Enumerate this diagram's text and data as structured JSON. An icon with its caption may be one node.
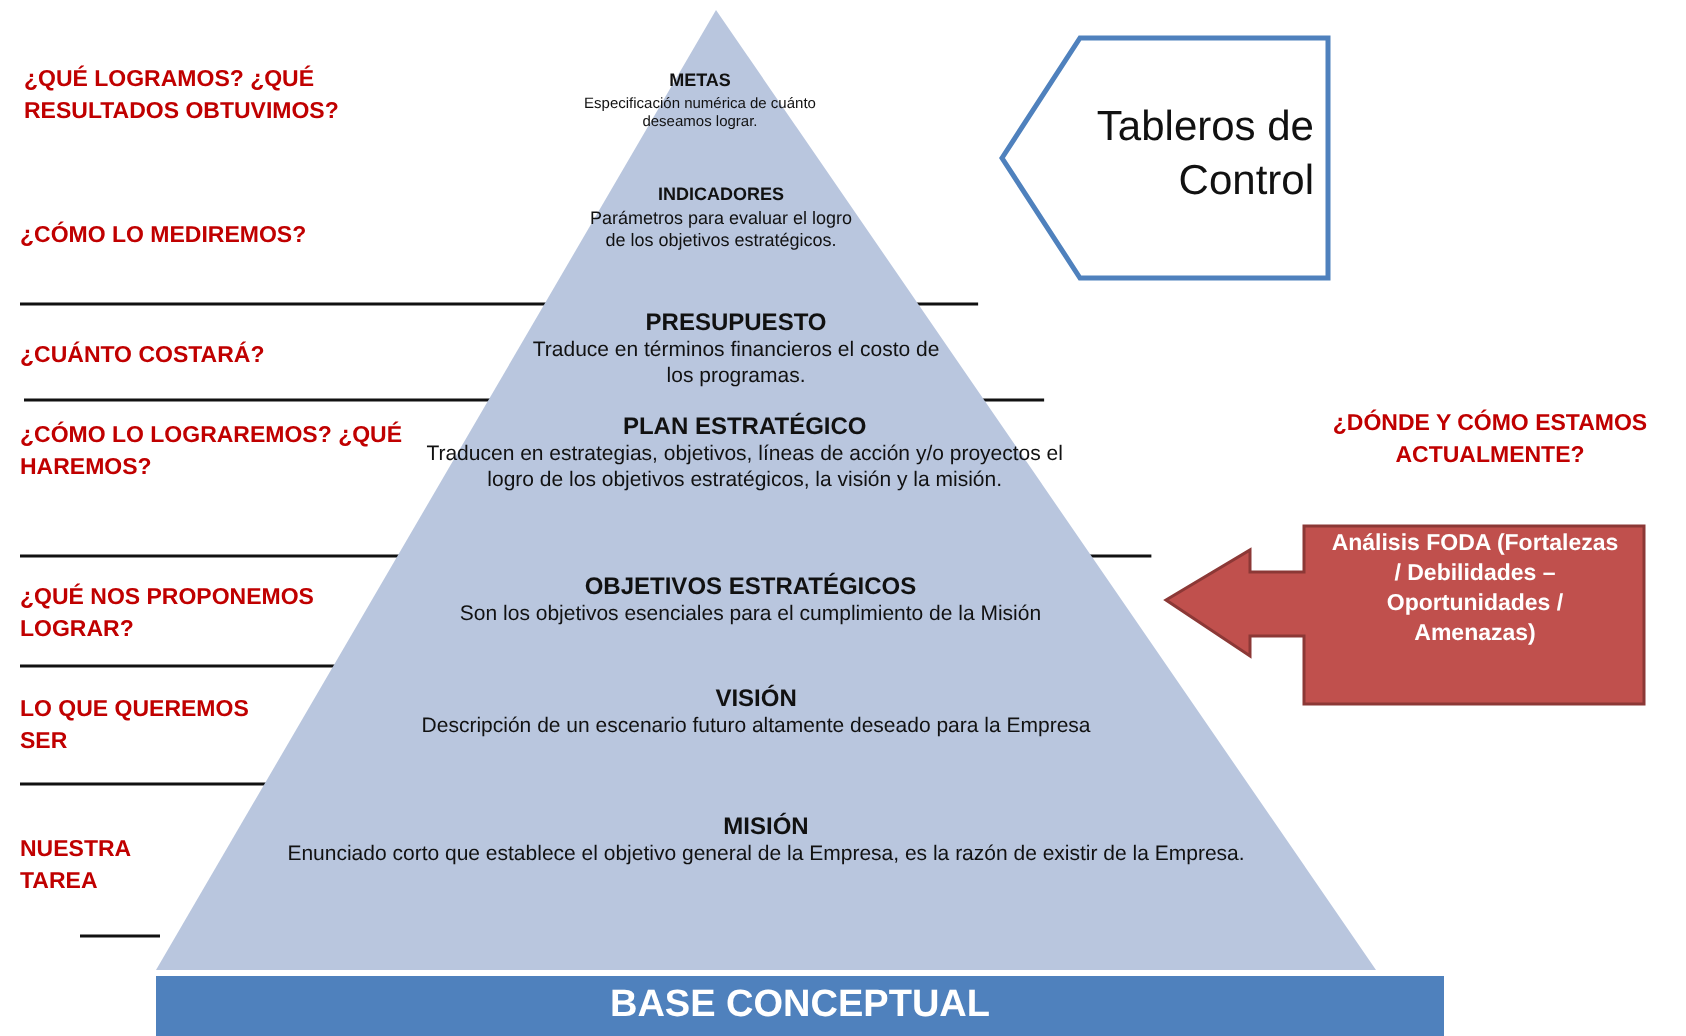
{
  "diagram": {
    "nodes": [
      {
        "text": [
          "METAS",
          "Especificación numérica de cuánto deseamos lograr."
        ]
      },
      {
        "text": [
          "INDICADORES",
          "Parámetros para evaluar el logro de los objetivos estratégicos."
        ]
      },
      {
        "text": [
          "PRESUPUESTO",
          "Traduce en términos financieros el costo de los programas."
        ]
      },
      {
        "text": [
          "PLAN ESTRATÉGICO",
          "Traducen en estrategias, objetivos, líneas de acción y/o proyectos el logro de los objetivos estratégicos, la visión y la misión."
        ]
      },
      {
        "text": [
          "OBJETIVOS ESTRATÉGICOS",
          "Son los objetivos esenciales para el cumplimiento de la Misión"
        ]
      },
      {
        "text": [
          "VISIÓN",
          "Descripción de un escenario futuro altamente deseado para la Empresa"
        ]
      },
      {
        "text": [
          "MISIÓN",
          "Enunciado corto que establece el objetivo general de la Empresa, es la razón de existir de la Empresa."
        ]
      },
      {
        "text": [
          "BASE CONCEPTUAL"
        ]
      },
      {
        "text": [
          "Tableros de Control"
        ]
      },
      {
        "text": [
          "Análisis FODA (Fortalezas / Debilidades – Oportunidades / Amenazas)"
        ]
      }
    ],
    "labels": [
      "¿QUÉ LOGRAMOS? ¿QUÉ RESULTADOS OBTUVIMOS?",
      "¿CÓMO LO MEDIREMOS?",
      "¿CUÁNTO COSTARÁ?",
      "¿CÓMO LO LOGRAREMOS? ¿QUÉ HAREMOS?",
      "¿DÓNDE Y CÓMO ESTAMOS ACTUALMENTE?",
      "¿QUÉ NOS PROPONEMOS LOGRAR?",
      "LO QUE QUEREMOS SER",
      "NUESTRA TAREA"
    ]
  }
}
